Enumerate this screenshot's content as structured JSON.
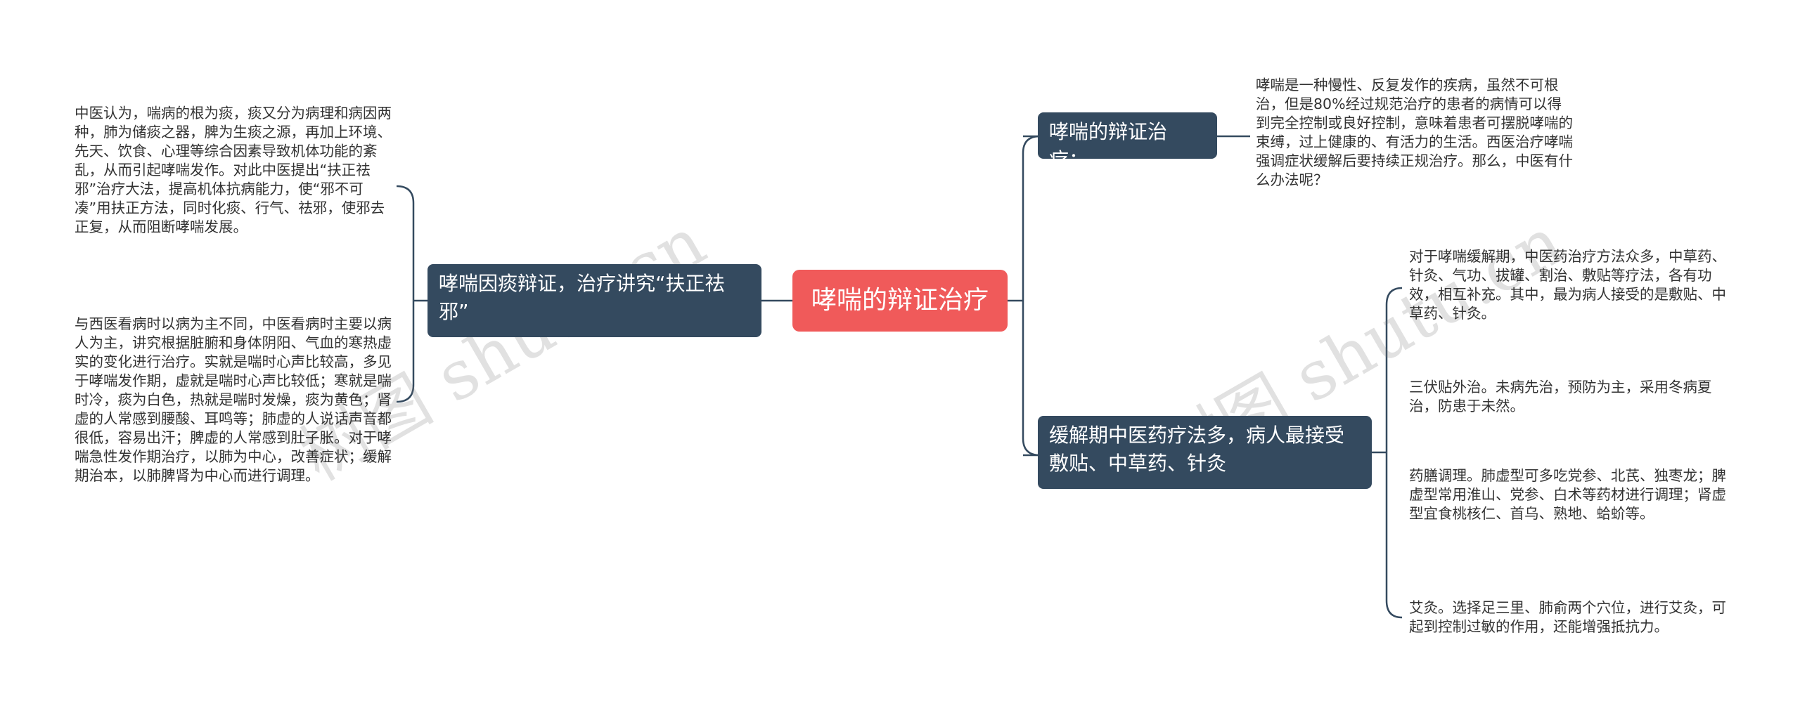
{
  "root": {
    "title": "哮喘的辩证治疗"
  },
  "branches": {
    "left": {
      "title": "哮喘因痰辩证，治疗讲究“扶正祛邪”",
      "leaves": [
        "中医认为，喘病的根为痰，痰又分为病理和病因两种，肺为储痰之器，脾为生痰之源，再加上环境、先天、饮食、心理等综合因素导致机体功能的紊乱，从而引起哮喘发作。对此中医提出“扶正祛邪”治疗大法，提高机体抗病能力，使“邪不可凑”用扶正方法，同时化痰、行气、祛邪，使邪去正复，从而阻断哮喘发展。",
        "与西医看病时以病为主不同，中医看病时主要以病人为主，讲究根据脏腑和身体阴阳、气血的寒热虚实的变化进行治疗。实就是喘时心声比较高，多见于哮喘发作期，虚就是喘时心声比较低；寒就是喘时冷，痰为白色，热就是喘时发燥，痰为黄色；肾虚的人常感到腰酸、耳鸣等；肺虚的人说话声音都很低，容易出汗；脾虚的人常感到肚子胀。对于哮喘急性发作期治疗，以肺为中心，改善症状；缓解期治本，以肺脾肾为中心而进行调理。"
      ]
    },
    "right_top": {
      "title": "哮喘的辩证治疗：",
      "leaves": [
        "哮喘是一种慢性、反复发作的疾病，虽然不可根治，但是80%经过规范治疗的患者的病情可以得到完全控制或良好控制，意味着患者可摆脱哮喘的束缚，过上健康的、有活力的生活。西医治疗哮喘强调症状缓解后要持续正规治疗。那么，中医有什么办法呢？"
      ]
    },
    "right_bottom": {
      "title": "缓解期中医药疗法多，病人最接受敷贴、中草药、针灸",
      "leaves": [
        "对于哮喘缓解期，中医药治疗方法众多，中草药、针灸、气功、拔罐、割治、敷贴等疗法，各有功效，相互补充。其中，最为病人接受的是敷贴、中草药、针灸。",
        "三伏贴外治。未病先治，预防为主，采用冬病夏治，防患于未然。",
        "药膳调理。肺虚型可多吃党参、北芪、独枣龙；脾虚型常用淮山、党参、白术等药材进行调理；肾虚型宜食桃核仁、首乌、熟地、蛤蚧等。",
        "艾灸。选择足三里、肺俞两个穴位，进行艾灸，可起到控制过敏的作用，还能增强抵抗力。"
      ]
    }
  },
  "watermarks": [
    "树图 shutu.cn",
    "树图 shutu.cn"
  ],
  "colors": {
    "root": "#f05a5a",
    "branch": "#344a5f",
    "line": "#344a5f",
    "text": "#333333"
  }
}
